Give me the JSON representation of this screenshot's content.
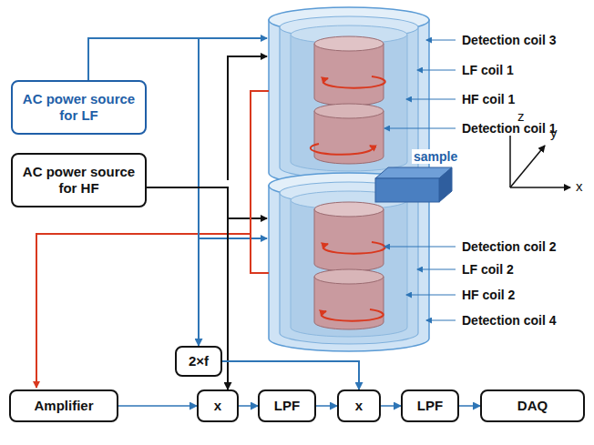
{
  "diagram": {
    "nodes": [
      {
        "text": [
          "AC power source for LF"
        ]
      },
      {
        "text": [
          "AC power source for HF"
        ]
      },
      {
        "text": [
          "2×f"
        ]
      },
      {
        "text": [
          "Amplifier"
        ]
      },
      {
        "text": [
          "x"
        ]
      },
      {
        "text": [
          "LPF"
        ]
      },
      {
        "text": [
          "x"
        ]
      },
      {
        "text": [
          "LPF"
        ]
      },
      {
        "text": [
          "DAQ"
        ]
      }
    ],
    "edges": [
      {
        "from": 0,
        "to": 2,
        "arrow": "to"
      },
      {
        "from": 1,
        "to": 4,
        "arrow": "to"
      },
      {
        "from": 2,
        "to": 6,
        "arrow": "to"
      },
      {
        "from": 3,
        "to": 4,
        "arrow": "to"
      },
      {
        "from": 4,
        "to": 5,
        "arrow": "to"
      },
      {
        "from": 5,
        "to": 6,
        "arrow": "to"
      },
      {
        "from": 6,
        "to": 7,
        "arrow": "to"
      },
      {
        "from": 7,
        "to": 8,
        "arrow": "to"
      }
    ],
    "labels": [
      "Detection coil 3",
      "LF coil 1",
      "HF coil 1",
      "Detection coil 1",
      "sample",
      "Detection coil 2",
      "LF coil 2",
      "HF coil 2",
      "Detection coil 4",
      "z",
      "y",
      "x"
    ]
  }
}
